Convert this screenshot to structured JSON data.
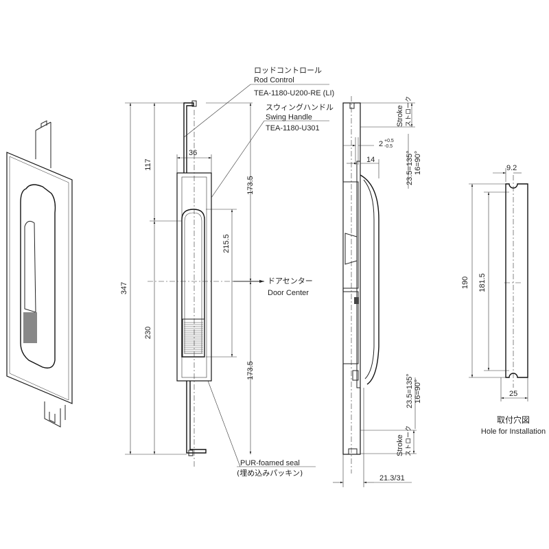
{
  "callouts": {
    "rod_control_jp": "ロッドコントロール",
    "rod_control_en": "Rod Control",
    "rod_control_part": "TEA-1180-U200-RE (LI)",
    "swing_handle_jp": "スウィングハンドル",
    "swing_handle_en": "Swing Handle",
    "swing_handle_part": "TEA-1180-U301",
    "door_center_jp": "ドアセンター",
    "door_center_en": "Door Center",
    "seal_en": "PUR-foamed seal",
    "seal_jp": "(埋め込みパッキン)"
  },
  "front_dims": {
    "overall": "347",
    "upper": "117",
    "lower": "230",
    "width": "36",
    "upper_half": "173.5",
    "lower_half": "173.5",
    "handle": "215.5"
  },
  "side_dims": {
    "stroke_en": "Stroke",
    "stroke_jp": "ストローク",
    "gap": "2",
    "gap_tol_plus": "+0.5",
    "gap_tol_minus": "-0.5",
    "depth": "14",
    "angle1": "23.5=135°",
    "angle2": "16=90°",
    "thickness": "21.3/31"
  },
  "hole": {
    "title_jp": "取付穴図",
    "title_en": "Hole for Installation",
    "offset": "9.2",
    "outer": "190",
    "inner": "181.5",
    "width": "25"
  }
}
